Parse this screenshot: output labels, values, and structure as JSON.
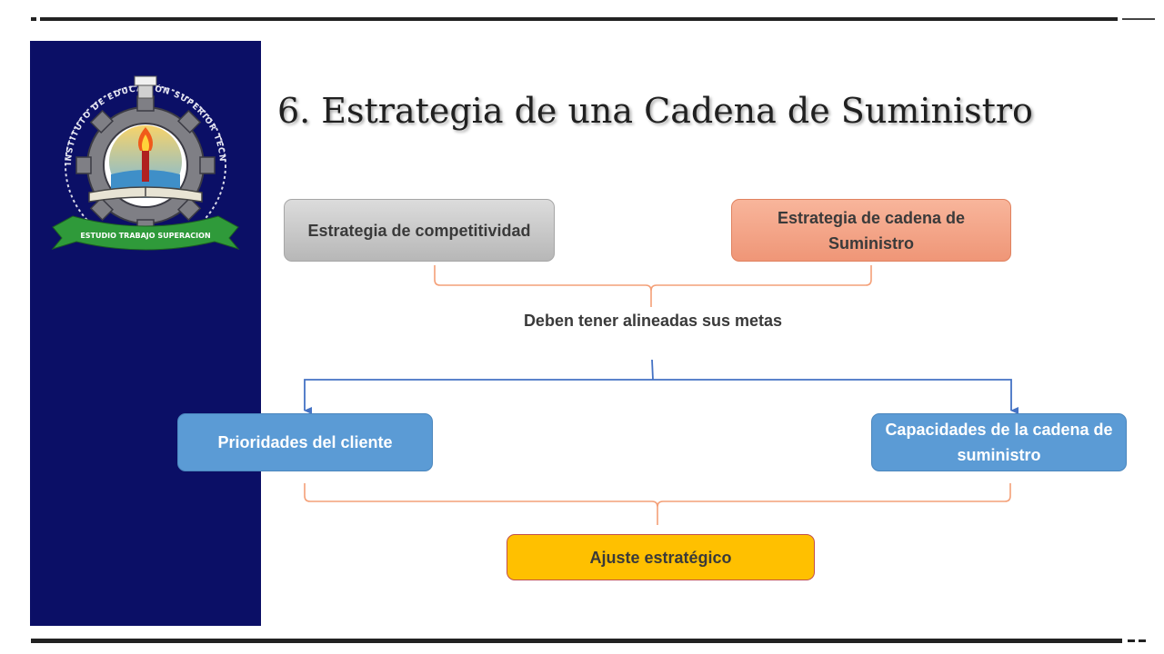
{
  "slide": {
    "title_number": "6.",
    "title_text": "Estrategia de una Cadena de Suministro"
  },
  "emblem": {
    "ring_text": "INSTITUTO DE EDUCACIÓN SUPERIOR TECNOLÓGICO PÚBLICO",
    "banner_text": "ESTUDIO TRABAJO SUPERACION"
  },
  "diagram": {
    "box_competitiveness": "Estrategia de competitividad",
    "box_supply_chain": "Estrategia de cadena de Suministro",
    "middle_label": "Deben tener alineadas sus metas",
    "box_customer_priorities": "Prioridades del cliente",
    "box_supply_capabilities": "Capacidades de la cadena de suministro",
    "box_strategic_fit": "Ajuste estratégico"
  },
  "colors": {
    "sidebar": "#0b0f66",
    "gray_box": "#c4c4c4",
    "salmon_box": "#f4a98b",
    "blue_box": "#5b9bd5",
    "yellow_box": "#ffc000",
    "brace_orange": "#f4a078",
    "arrow_blue": "#4472c4"
  }
}
